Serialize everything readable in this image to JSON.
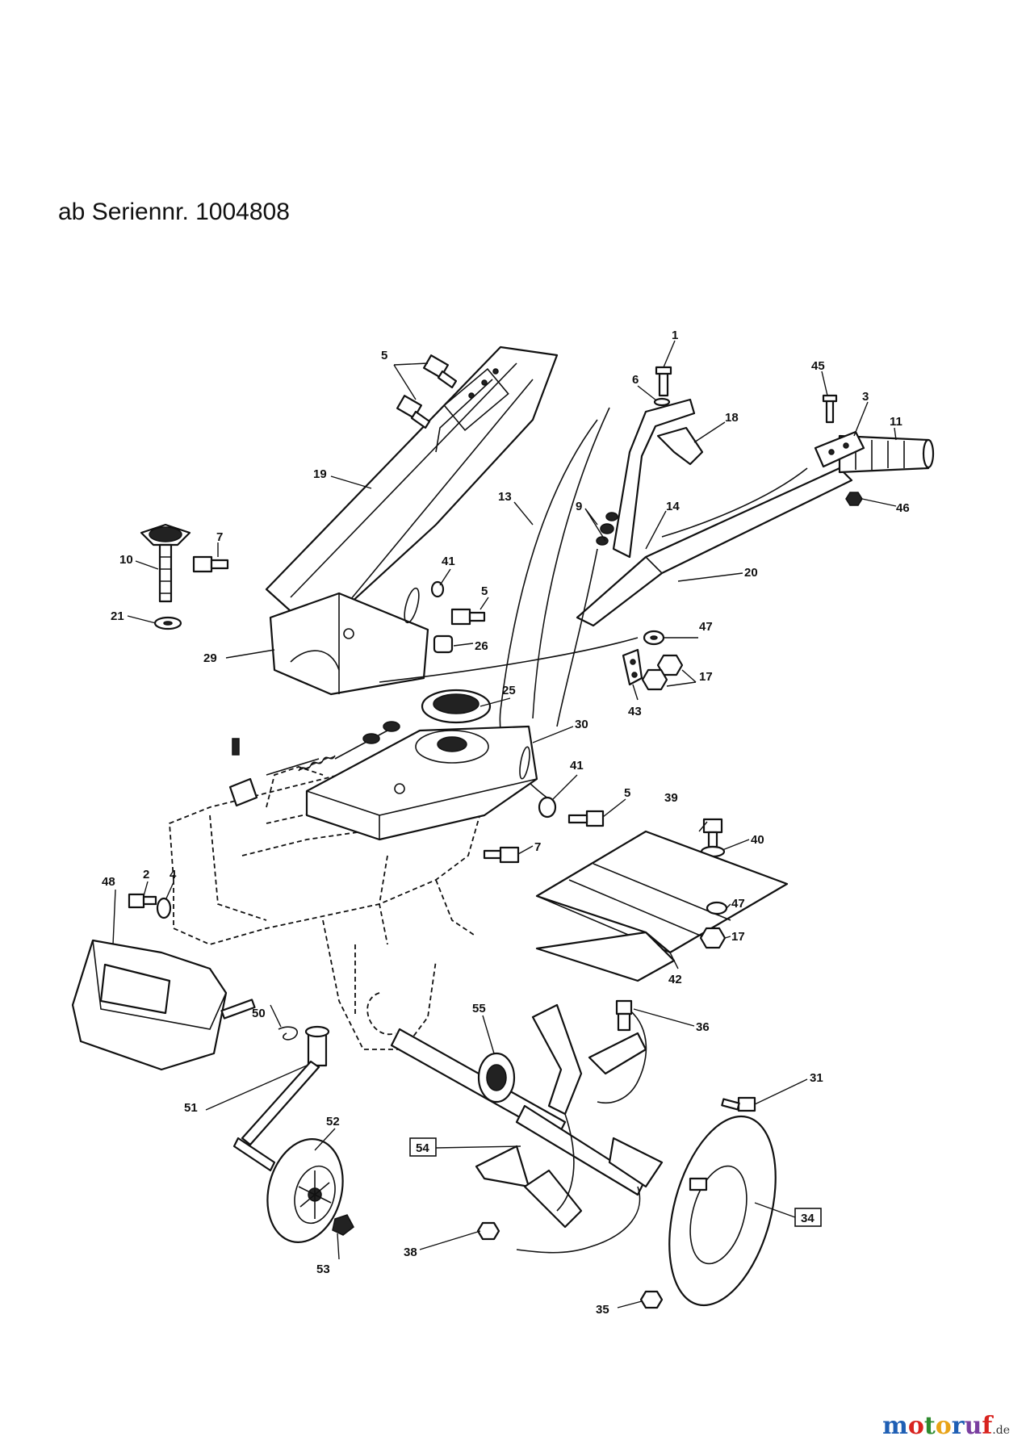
{
  "title": "ab Seriennr. 1004808",
  "labels": {
    "p1": "1",
    "p2": "2",
    "p3": "3",
    "p4": "4",
    "p5a": "5",
    "p5b": "5",
    "p5c": "5",
    "p6": "6",
    "p7a": "7",
    "p7b": "7",
    "p9": "9",
    "p10": "10",
    "p11": "11",
    "p13": "13",
    "p14": "14",
    "p17a": "17",
    "p17b": "17",
    "p18": "18",
    "p19": "19",
    "p20": "20",
    "p21": "21",
    "p25": "25",
    "p26": "26",
    "p29": "29",
    "p30": "30",
    "p31": "31",
    "p34": "34",
    "p35": "35",
    "p36": "36",
    "p38": "38",
    "p39": "39",
    "p40": "40",
    "p41a": "41",
    "p41b": "41",
    "p42": "42",
    "p43": "43",
    "p45": "45",
    "p46": "46",
    "p47a": "47",
    "p47b": "47",
    "p48": "48",
    "p50": "50",
    "p51": "51",
    "p52": "52",
    "p53": "53",
    "p54": "54",
    "p55": "55"
  },
  "logo": {
    "brand": "motoruf",
    "suffix": ".de",
    "letter_colors": [
      "#1f5fb4",
      "#d8231f",
      "#2e8b2e",
      "#e8a317",
      "#1f5fb4",
      "#7a3fa0",
      "#d8231f"
    ]
  }
}
